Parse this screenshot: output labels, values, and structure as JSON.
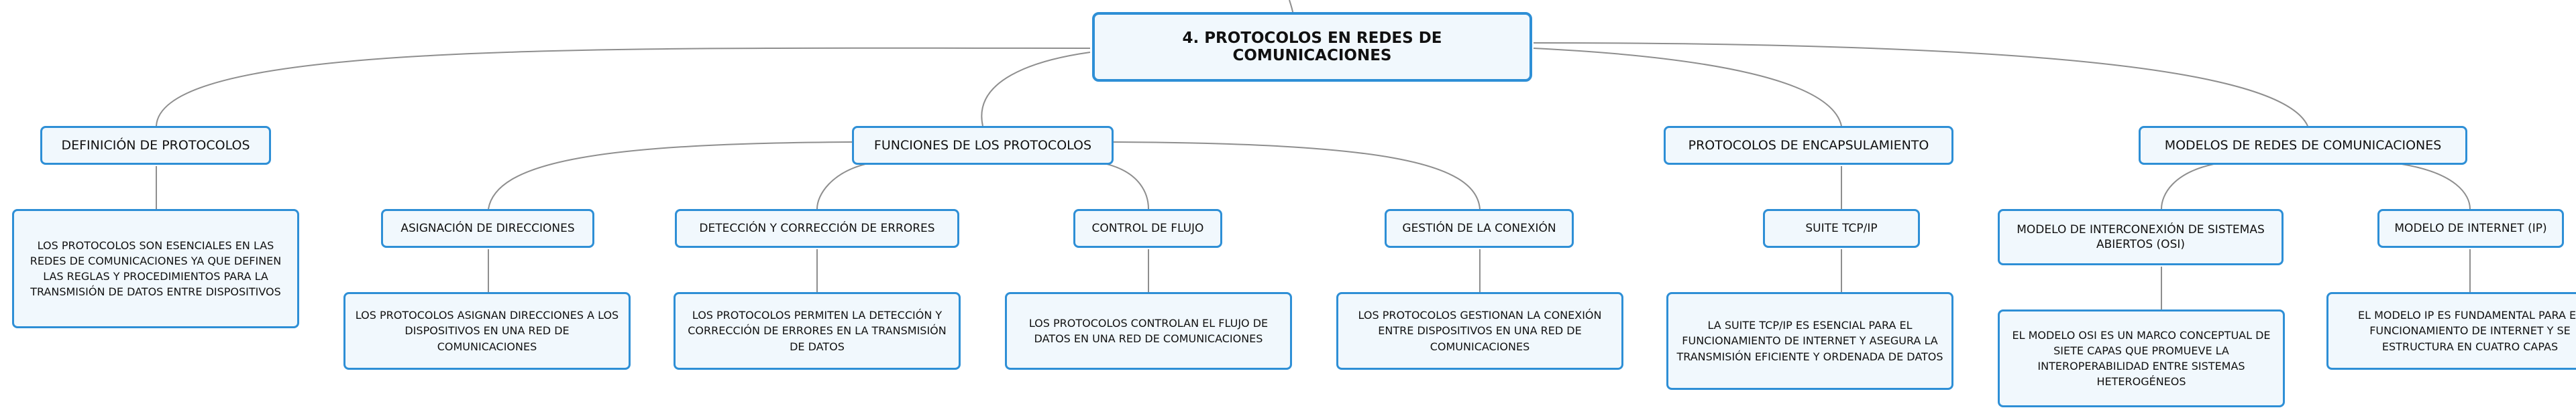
{
  "root": {
    "label": "4. PROTOCOLOS EN REDES DE COMUNICACIONES"
  },
  "branches": {
    "definicion": {
      "label": "DEFINICIÓN DE PROTOCOLOS",
      "detail": "LOS PROTOCOLOS SON ESENCIALES EN LAS REDES DE COMUNICACIONES YA QUE DEFINEN LAS REGLAS Y PROCEDIMIENTOS PARA LA TRANSMISIÓN DE DATOS ENTRE DISPOSITIVOS"
    },
    "funciones": {
      "label": "FUNCIONES DE LOS PROTOCOLOS",
      "asignacion": {
        "label": "ASIGNACIÓN DE DIRECCIONES",
        "detail": "LOS PROTOCOLOS ASIGNAN DIRECCIONES A LOS DISPOSITIVOS EN UNA RED DE COMUNICACIONES"
      },
      "deteccion": {
        "label": "DETECCIÓN Y CORRECCIÓN DE ERRORES",
        "detail": "LOS PROTOCOLOS PERMITEN LA DETECCIÓN Y CORRECCIÓN DE ERRORES EN LA TRANSMISIÓN DE DATOS"
      },
      "control": {
        "label": "CONTROL DE FLUJO",
        "detail": "LOS PROTOCOLOS CONTROLAN EL FLUJO DE DATOS EN UNA RED DE COMUNICACIONES"
      },
      "gestion": {
        "label": "GESTIÓN DE LA CONEXIÓN",
        "detail": "LOS PROTOCOLOS GESTIONAN LA CONEXIÓN ENTRE DISPOSITIVOS EN UNA RED DE COMUNICACIONES"
      }
    },
    "encapsulamiento": {
      "label": "PROTOCOLOS DE ENCAPSULAMIENTO",
      "suite": {
        "label": "SUITE TCP/IP",
        "detail": "LA SUITE TCP/IP ES ESENCIAL PARA EL FUNCIONAMIENTO DE INTERNET Y ASEGURA LA TRANSMISIÓN EFICIENTE Y ORDENADA DE DATOS"
      }
    },
    "modelos": {
      "label": "MODELOS DE REDES DE COMUNICACIONES",
      "osi": {
        "label": "MODELO DE INTERCONEXIÓN DE SISTEMAS ABIERTOS (OSI)",
        "detail": "EL MODELO OSI ES UN MARCO CONCEPTUAL DE SIETE CAPAS QUE PROMUEVE LA INTEROPERABILIDAD ENTRE SISTEMAS HETEROGÉNEOS"
      },
      "ip": {
        "label": "MODELO DE INTERNET (IP)",
        "detail": "EL MODELO IP ES FUNDAMENTAL PARA EL FUNCIONAMIENTO DE INTERNET Y SE ESTRUCTURA EN CUATRO CAPAS"
      }
    }
  },
  "colors": {
    "node_border": "#2e8fd6",
    "node_fill": "#f1f8fd",
    "connector": "#8e8e8e",
    "text": "#111111"
  }
}
